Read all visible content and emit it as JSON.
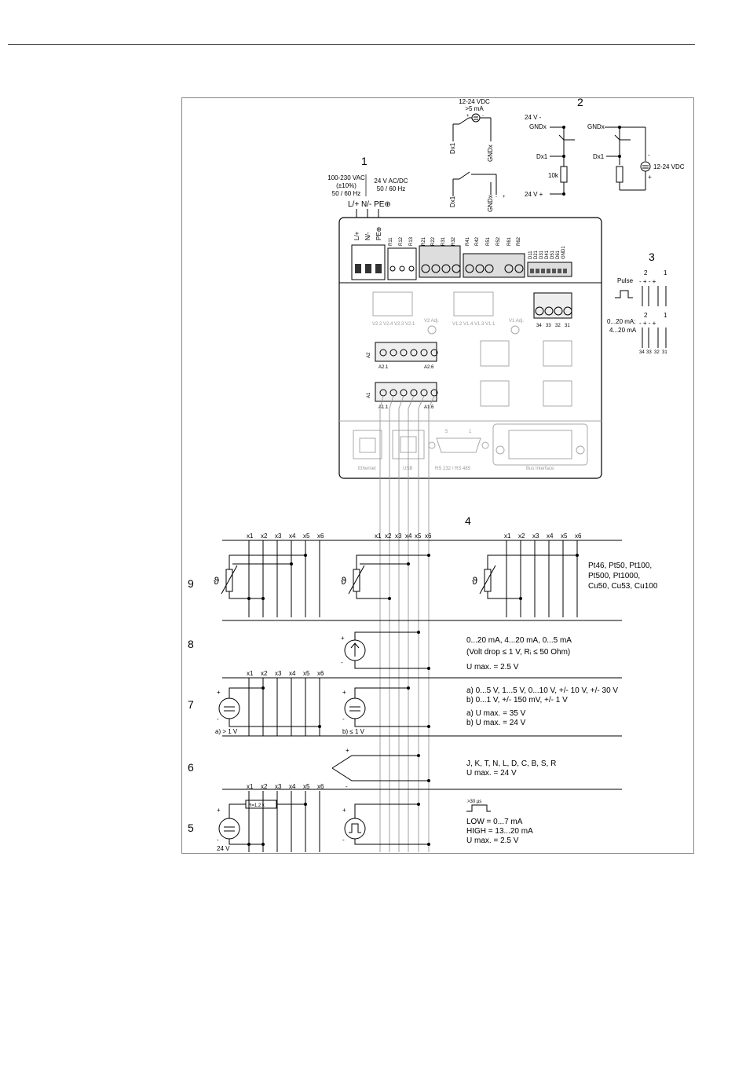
{
  "callouts": {
    "c1": "1",
    "c2": "2",
    "c3": "3",
    "c4": "4"
  },
  "power_supply": {
    "ac_voltage": "100-230 VAC",
    "ac_tolerance": "(±10%)",
    "ac_frequency": "50 / 60 Hz",
    "dc_voltage": "24 V AC/DC",
    "dc_frequency": "50 / 60 Hz",
    "terminals_label": "L/+ N/- PE⊕"
  },
  "digital_input": {
    "supply_top": "12-24 VDC",
    "supply_current": ">5 mA",
    "dx1": "Dx1",
    "gndx": "GNDx",
    "plus": "+",
    "minus": "-",
    "ext_24v_minus": "24 V -",
    "ext_24v_plus": "24 V +",
    "resistor": "10k",
    "supply_right": "12-24 VDC"
  },
  "device": {
    "top_terminals": [
      "L/+",
      "N/-",
      "PE⊕",
      "R11",
      "R12",
      "R13",
      "R21",
      "R22",
      "R31",
      "R32",
      "R41",
      "R42",
      "R51",
      "R52",
      "R61",
      "R62",
      "D11",
      "D21",
      "D31",
      "D41",
      "D51",
      "D61",
      "GND1"
    ],
    "adj_v2": "V2 Adj.",
    "adj_v1": "V1 Adj.",
    "v_terms_left": "V2.2 V2.4 V2.3 V2.1",
    "v_terms_mid": "V1.2 V1.4 V1.3 V1.1",
    "terms_34_31": [
      "34",
      "33",
      "32",
      "31"
    ],
    "a2_label": "A2",
    "a2_range_start": "A2.1",
    "a2_range_end": "A2.6",
    "a1_label": "A1",
    "a1_range_start": "A1.1",
    "a1_range_end": "A1.6",
    "ports": {
      "ethernet": "Ethernet",
      "usb": "USB",
      "rs232": "RS 232 / RS 485",
      "bus": "Bus Interface",
      "pin5": "5",
      "pin1": "1"
    }
  },
  "pulse_box": {
    "pulse": "Pulse",
    "ma_line1": "0...20 mA;",
    "ma_line2": "4...20 mA",
    "col2": "2",
    "col1": "1",
    "signs": "- + - +",
    "nums": [
      "34",
      "33",
      "32",
      "31"
    ]
  },
  "x_labels": [
    "x1",
    "x2",
    "x3",
    "x4",
    "x5",
    "x6"
  ],
  "rows": {
    "r9": {
      "num": "9",
      "symbol": "ϑ",
      "spec_1": "Pt46, Pt50, Pt100,",
      "spec_2": "Pt500, Pt1000,",
      "spec_3": "Cu50, Cu53, Cu100"
    },
    "r8": {
      "num": "8",
      "spec_1": "0...20 mA, 4...20 mA, 0...5 mA",
      "spec_2": "(Volt drop ≤ 1 V, Rᵢ ≤ 50 Ohm)",
      "spec_3": "U max. = 2.5 V"
    },
    "r7": {
      "num": "7",
      "note_a": "a) > 1 V",
      "note_b": "b) ≤ 1 V",
      "spec_1": "a) 0...5 V, 1...5 V, 0...10 V, +/- 10 V, +/- 30 V",
      "spec_2": "b) 0...1 V, +/- 150 mV, +/- 1 V",
      "spec_3": "a) U max. = 35 V",
      "spec_4": "b) U max. = 24 V"
    },
    "r6": {
      "num": "6",
      "spec_1": "J, K, T, N, L, D, C, B, S, R",
      "spec_2": "U max. = 24 V"
    },
    "r5": {
      "num": "5",
      "resistor": "R=1.2 k",
      "supply": "24 V",
      "pulse_width": ">30 µs",
      "spec_1": "LOW = 0...7 mA",
      "spec_2": "HIGH = 13...20 mA",
      "spec_3": "U max. = 2.5 V"
    }
  }
}
